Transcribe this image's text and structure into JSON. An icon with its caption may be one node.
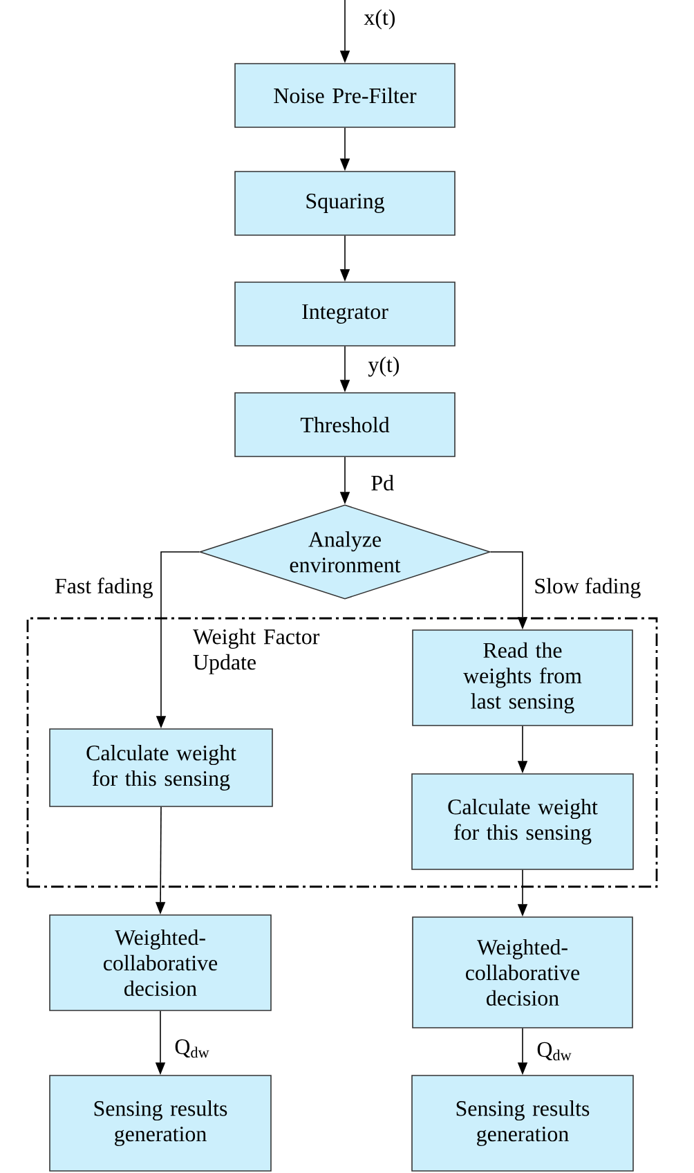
{
  "diagram": {
    "nodes": [
      {
        "text": [
          "Noise Pre-Filter"
        ]
      },
      {
        "text": [
          "Squaring"
        ]
      },
      {
        "text": [
          "Integrator"
        ]
      },
      {
        "text": [
          "Threshold"
        ]
      },
      {
        "text": [
          "Analyze environment"
        ]
      },
      {
        "text": [
          "Weight Factor Update"
        ]
      },
      {
        "text": [
          "Calculate weight for this sensing"
        ],
        "in": 5
      },
      {
        "text": [
          "Read the weights from last sensing"
        ],
        "in": 5
      },
      {
        "text": [
          "Calculate weight for this sensing"
        ],
        "in": 5
      },
      {
        "text": [
          "Weighted-collaborative decision"
        ]
      },
      {
        "text": [
          "Sensing results generation"
        ]
      },
      {
        "text": [
          "Weighted-collaborative decision"
        ]
      },
      {
        "text": [
          "Sensing results generation"
        ]
      }
    ],
    "edges": [
      {
        "from": null,
        "to": 0,
        "arrow": "to",
        "label": "x(t)"
      },
      {
        "from": 0,
        "to": 1,
        "arrow": "to"
      },
      {
        "from": 1,
        "to": 2,
        "arrow": "to"
      },
      {
        "from": 2,
        "to": 3,
        "arrow": "to",
        "label": "y(t)"
      },
      {
        "from": 3,
        "to": 4,
        "arrow": "to",
        "label": "Pd"
      },
      {
        "from": 4,
        "to": 6,
        "arrow": "to",
        "label": "Fast fading"
      },
      {
        "from": 4,
        "to": 7,
        "arrow": "to",
        "label": "Slow fading"
      },
      {
        "from": 7,
        "to": 8,
        "arrow": "to"
      },
      {
        "from": 6,
        "to": 9,
        "arrow": "to"
      },
      {
        "from": 8,
        "to": 11,
        "arrow": "to"
      },
      {
        "from": 9,
        "to": 10,
        "arrow": "to",
        "label": "Q$_{dw}$"
      },
      {
        "from": 11,
        "to": 12,
        "arrow": "to",
        "label": "Q$_{dw}$"
      }
    ]
  }
}
